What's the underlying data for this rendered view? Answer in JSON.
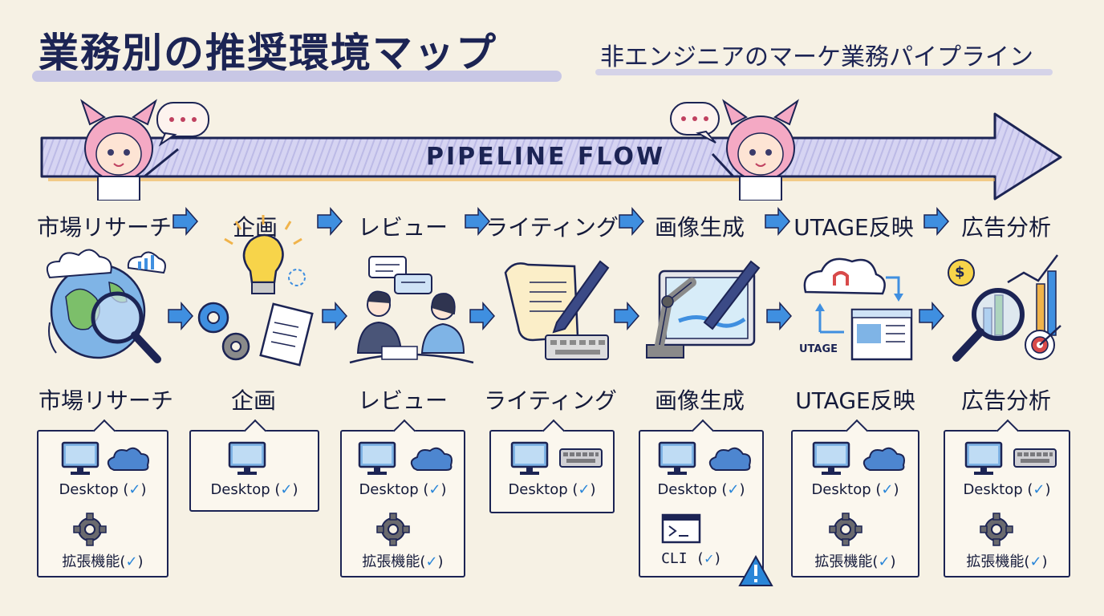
{
  "title": "業務別の推奨環境マップ",
  "subtitle": "非エンジニアのマーケ業務パイプライン",
  "pipeline_label": "PIPELINE FLOW",
  "steps": [
    {
      "label": "市場リサーチ",
      "env": [
        {
          "text": "Desktop (✓)"
        },
        {
          "text": "拡張機能(✓)"
        }
      ]
    },
    {
      "label": "企画",
      "env": [
        {
          "text": "Desktop (✓)"
        }
      ]
    },
    {
      "label": "レビュー",
      "env": [
        {
          "text": "Desktop (✓)"
        },
        {
          "text": "拡張機能(✓)"
        }
      ]
    },
    {
      "label": "ライティング",
      "env": [
        {
          "text": "Desktop (✓)"
        }
      ]
    },
    {
      "label": "画像生成",
      "env": [
        {
          "text": "Desktop (✓)"
        },
        {
          "text": "CLI (✓)"
        }
      ]
    },
    {
      "label": "UTAGE反映",
      "env": [
        {
          "text": "Desktop (✓)"
        },
        {
          "text": "拡張機能(✓)"
        }
      ]
    },
    {
      "label": "広告分析",
      "env": [
        {
          "text": "Desktop (✓)"
        },
        {
          "text": "拡張機能(✓)"
        }
      ]
    }
  ],
  "utage_label": "UTAGE",
  "colors": {
    "ink": "#1c2454",
    "accent_blue": "#2a86d8",
    "arrow_fill": "#c9c8ee",
    "orange_shadow": "#f0b34a"
  }
}
